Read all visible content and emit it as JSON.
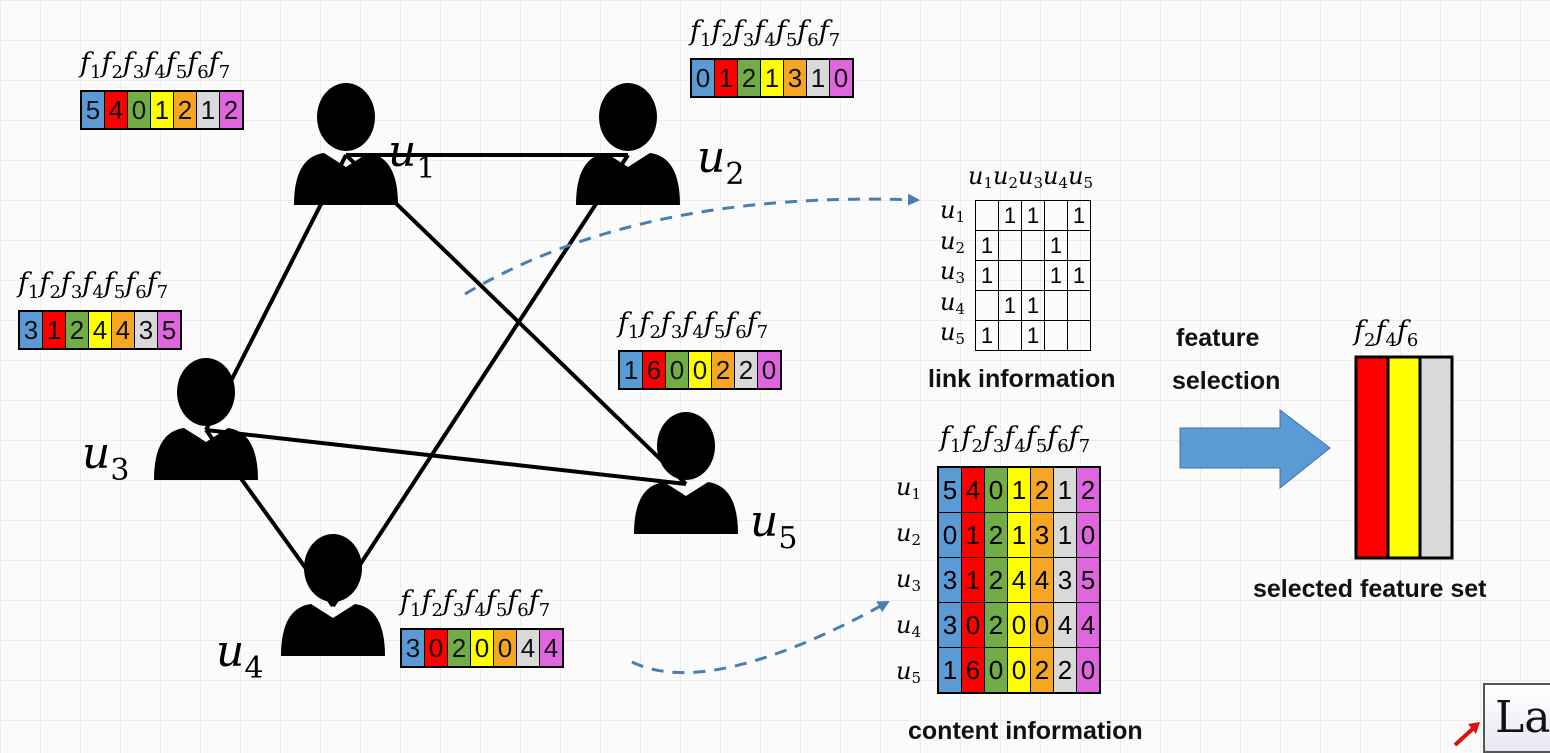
{
  "colors": {
    "f1": "#5b9bd5",
    "f2": "#ff0000",
    "f3": "#70ad47",
    "f4": "#ffff00",
    "f5": "#f5a623",
    "f6": "#d9d9d9",
    "f7": "#e066e0",
    "arrow_blue": "#5b9bd5",
    "dash": "#4a7eb0"
  },
  "feature_labels": [
    "f1",
    "f2",
    "f3",
    "f4",
    "f5",
    "f6",
    "f7"
  ],
  "users": [
    {
      "id": "u1",
      "letter": "u",
      "sub": "1",
      "features": [
        5,
        4,
        0,
        1,
        2,
        1,
        2
      ]
    },
    {
      "id": "u2",
      "letter": "u",
      "sub": "2",
      "features": [
        0,
        1,
        2,
        1,
        3,
        1,
        0
      ]
    },
    {
      "id": "u3",
      "letter": "u",
      "sub": "3",
      "features": [
        3,
        1,
        2,
        4,
        4,
        3,
        5
      ]
    },
    {
      "id": "u4",
      "letter": "u",
      "sub": "4",
      "features": [
        3,
        0,
        2,
        0,
        0,
        4,
        4
      ]
    },
    {
      "id": "u5",
      "letter": "u",
      "sub": "5",
      "features": [
        1,
        6,
        0,
        0,
        2,
        2,
        0
      ]
    }
  ],
  "edges": [
    [
      "u1",
      "u2"
    ],
    [
      "u1",
      "u3"
    ],
    [
      "u1",
      "u5"
    ],
    [
      "u2",
      "u4"
    ],
    [
      "u3",
      "u5"
    ],
    [
      "u3",
      "u4"
    ]
  ],
  "link_matrix": [
    [
      0,
      1,
      1,
      0,
      1
    ],
    [
      1,
      0,
      0,
      1,
      0
    ],
    [
      1,
      0,
      0,
      1,
      1
    ],
    [
      0,
      1,
      1,
      0,
      0
    ],
    [
      1,
      0,
      1,
      0,
      0
    ]
  ],
  "labels": {
    "link_information": "link information",
    "content_information": "content information",
    "feature_selection_1": "feature",
    "feature_selection_2": "selection",
    "selected_feature_set": "selected feature set",
    "corner_text": "La"
  },
  "selected_features": [
    "f2",
    "f4",
    "f6"
  ],
  "icons": {
    "user": "user-silhouette-icon"
  }
}
